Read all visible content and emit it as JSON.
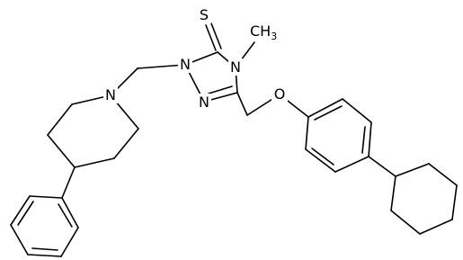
{
  "molecule": {
    "atoms": {
      "s": "S",
      "n1": "N",
      "n2": "N",
      "n4": "N",
      "n_pip": "N",
      "o": "O",
      "methyl": "CH"
    },
    "methyl_subscript": "3"
  }
}
